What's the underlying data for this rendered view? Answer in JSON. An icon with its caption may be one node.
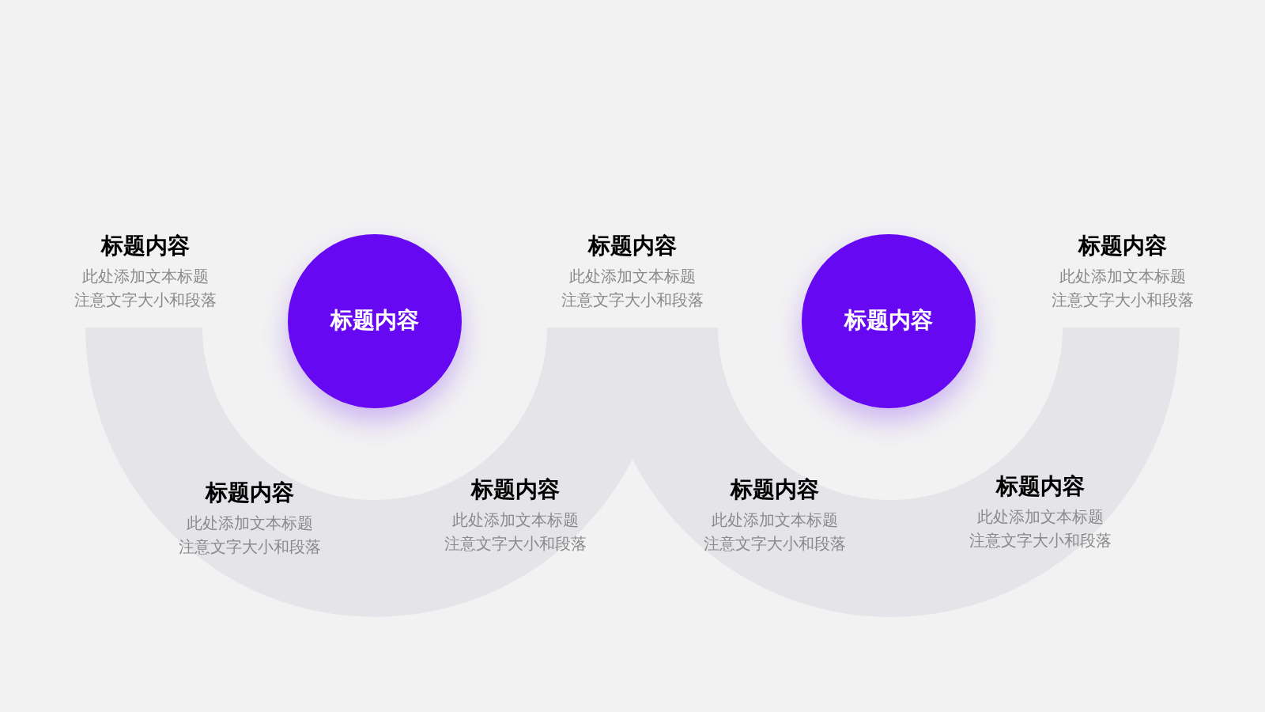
{
  "diagram": {
    "nodes": [
      {
        "text": [
          "标题内容"
        ]
      },
      {
        "text": [
          "标题内容"
        ]
      }
    ],
    "labels": [
      "标题内容",
      "此处添加文本标题",
      "注意文字大小和段落",
      "标题内容",
      "此处添加文本标题",
      "注意文字大小和段落",
      "标题内容",
      "此处添加文本标题",
      "注意文字大小和段落",
      "标题内容",
      "此处添加文本标题",
      "注意文字大小和段落",
      "标题内容",
      "此处添加文本标题",
      "注意文字大小和段落",
      "标题内容",
      "此处添加文本标题",
      "注意文字大小和段落",
      "标题内容",
      "此处添加文本标题",
      "注意文字大小和段落"
    ]
  }
}
